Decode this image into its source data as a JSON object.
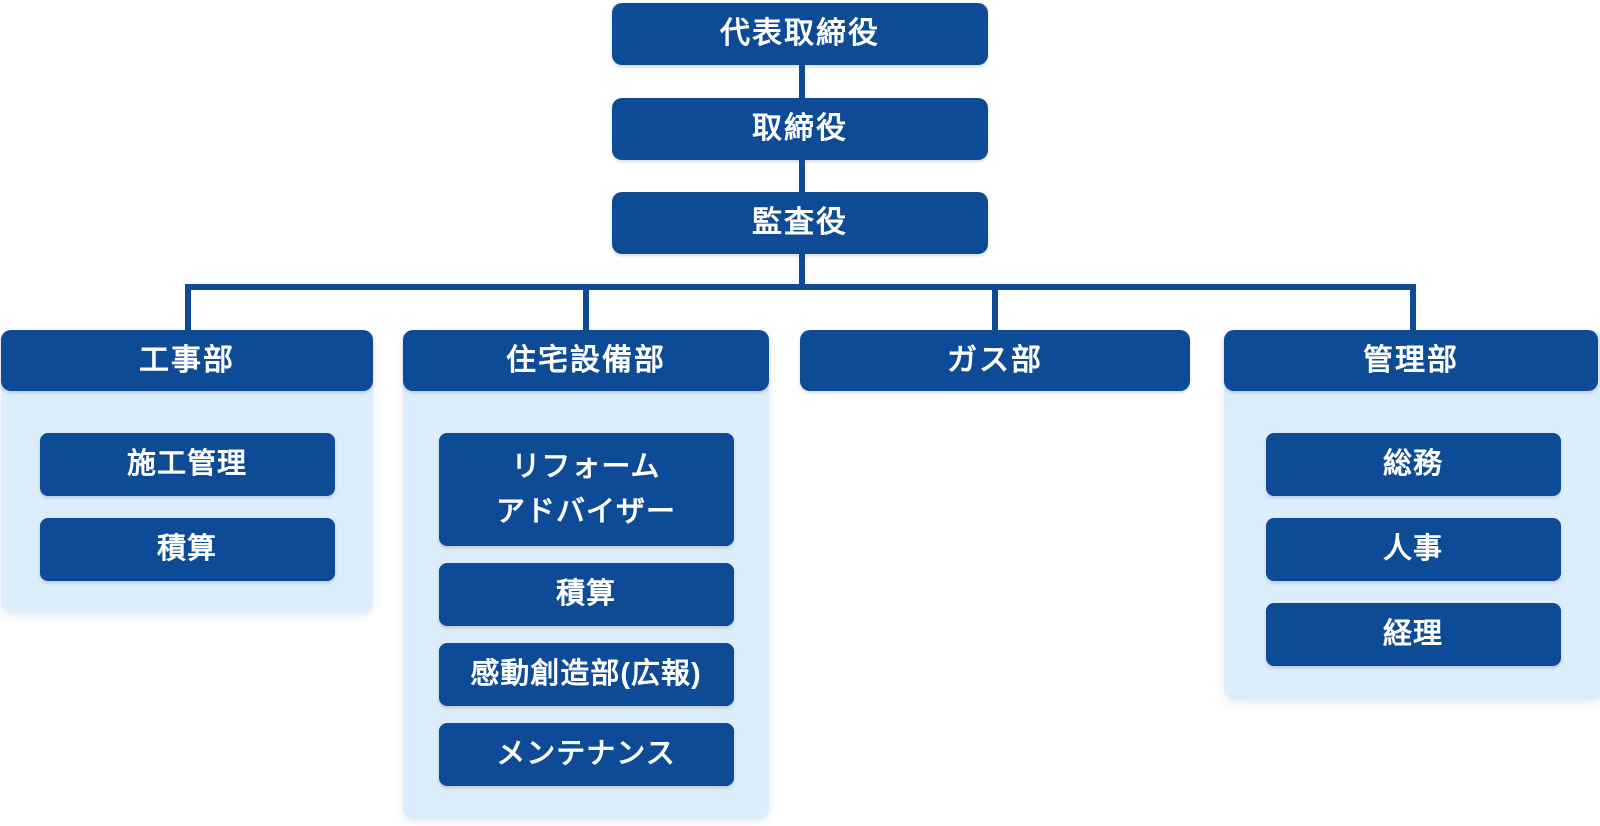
{
  "colors": {
    "accent_blue": "#0d4b97",
    "panel_light_blue": "#dcedfb",
    "text_white": "#ffffff",
    "background": "#ffffff"
  },
  "executives": [
    {
      "label": "代表取締役"
    },
    {
      "label": "取締役"
    },
    {
      "label": "監査役"
    }
  ],
  "departments": [
    {
      "name": "工事部",
      "items": [
        {
          "label": "施工管理"
        },
        {
          "label": "積算"
        }
      ]
    },
    {
      "name": "住宅設備部",
      "items": [
        {
          "label": "リフォーム\nアドバイザー"
        },
        {
          "label": "積算"
        },
        {
          "label": "感動創造部(広報)"
        },
        {
          "label": "メンテナンス"
        }
      ]
    },
    {
      "name": "ガス部",
      "items": []
    },
    {
      "name": "管理部",
      "items": [
        {
          "label": "総務"
        },
        {
          "label": "人事"
        },
        {
          "label": "経理"
        }
      ]
    }
  ]
}
